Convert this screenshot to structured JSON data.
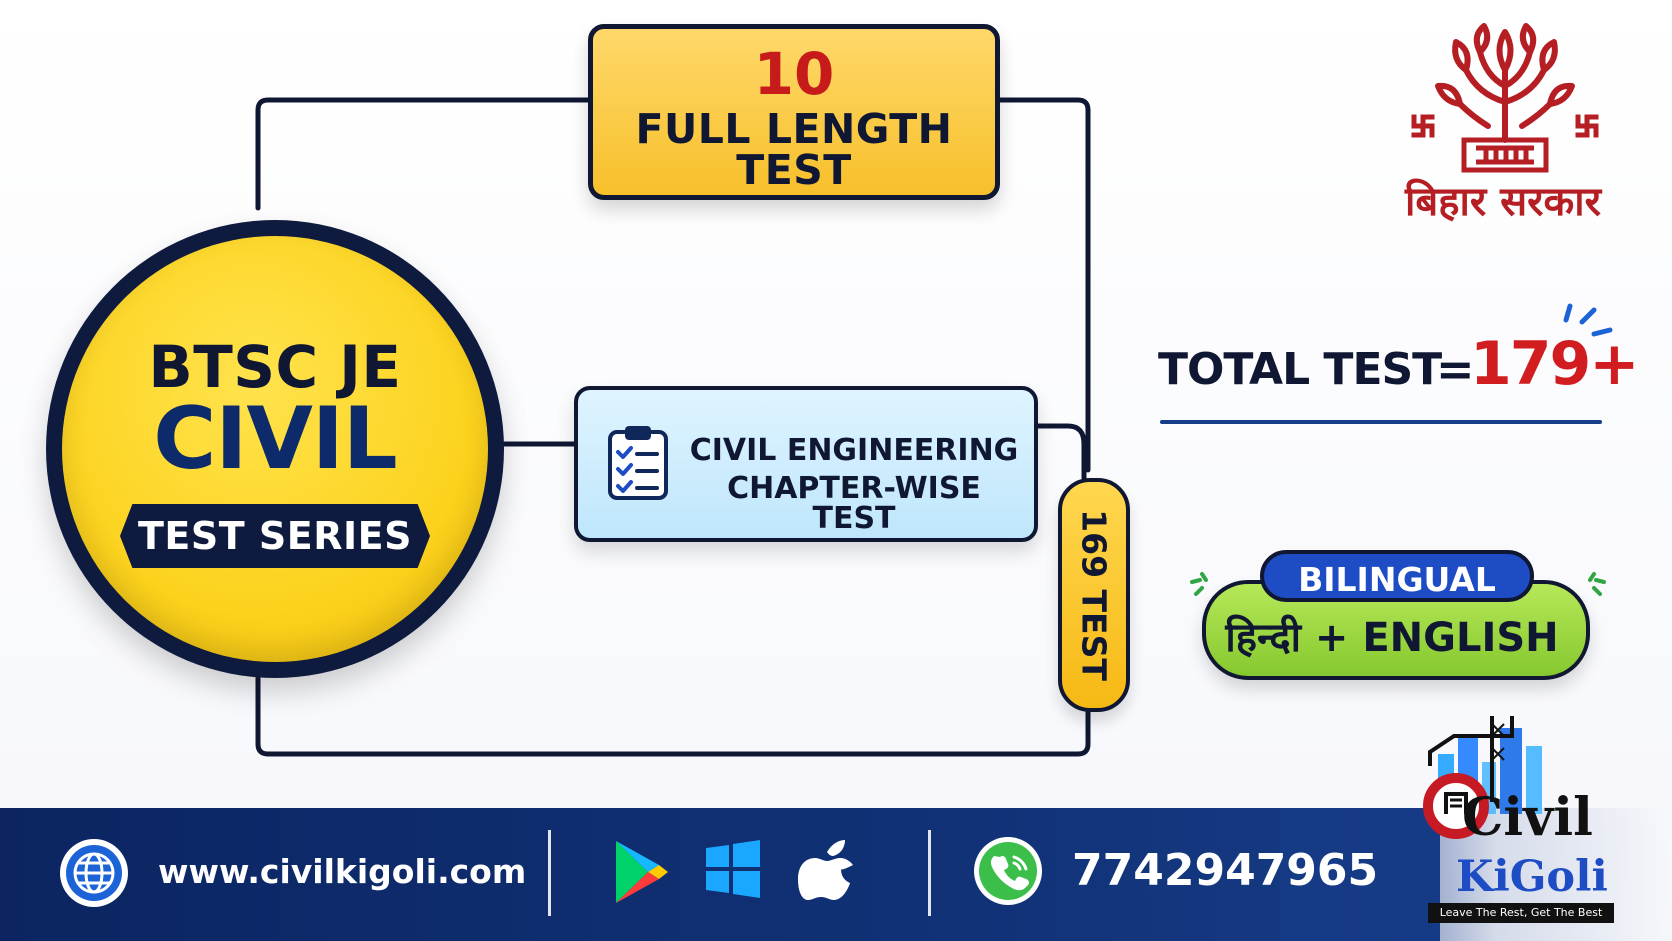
{
  "main_badge": {
    "line1": "BTSC JE",
    "line2": "CIVIL",
    "ribbon": "TEST SERIES"
  },
  "full_length_box": {
    "number": "10",
    "line1": "FULL LENGTH",
    "line2": "TEST"
  },
  "chapter_box": {
    "line1": "CIVIL ENGINEERING",
    "line2": "CHAPTER-WISE TEST",
    "icon": "clipboard-checklist-icon"
  },
  "chapter_count_tag": {
    "label": "169 TEST"
  },
  "emblem": {
    "text": "बिहार सरकार",
    "icon": "bihar-emblem-icon"
  },
  "total": {
    "label": "TOTAL TEST",
    "operator": "=",
    "value": "179+"
  },
  "language": {
    "tag": "BILINGUAL",
    "langs": "हिन्दी + ENGLISH"
  },
  "footer": {
    "website": "www.civilkigoli.com",
    "phone": "7742947965",
    "icons": [
      "globe-icon",
      "google-play-icon",
      "windows-icon",
      "apple-icon",
      "phone-icon"
    ]
  },
  "brand": {
    "name_top": "Civil",
    "name_bottom": "KiGoli",
    "tagline": "Leave The Rest, Get The Best"
  },
  "colors": {
    "navy": "#0f1733",
    "yellow": "#fcd21d",
    "red": "#d11d1f",
    "blue": "#1d4cc4",
    "light_blue": "#bfe6fb",
    "green": "#86c82f",
    "footer_blue": "#113277",
    "emblem_red": "#b51f24"
  }
}
